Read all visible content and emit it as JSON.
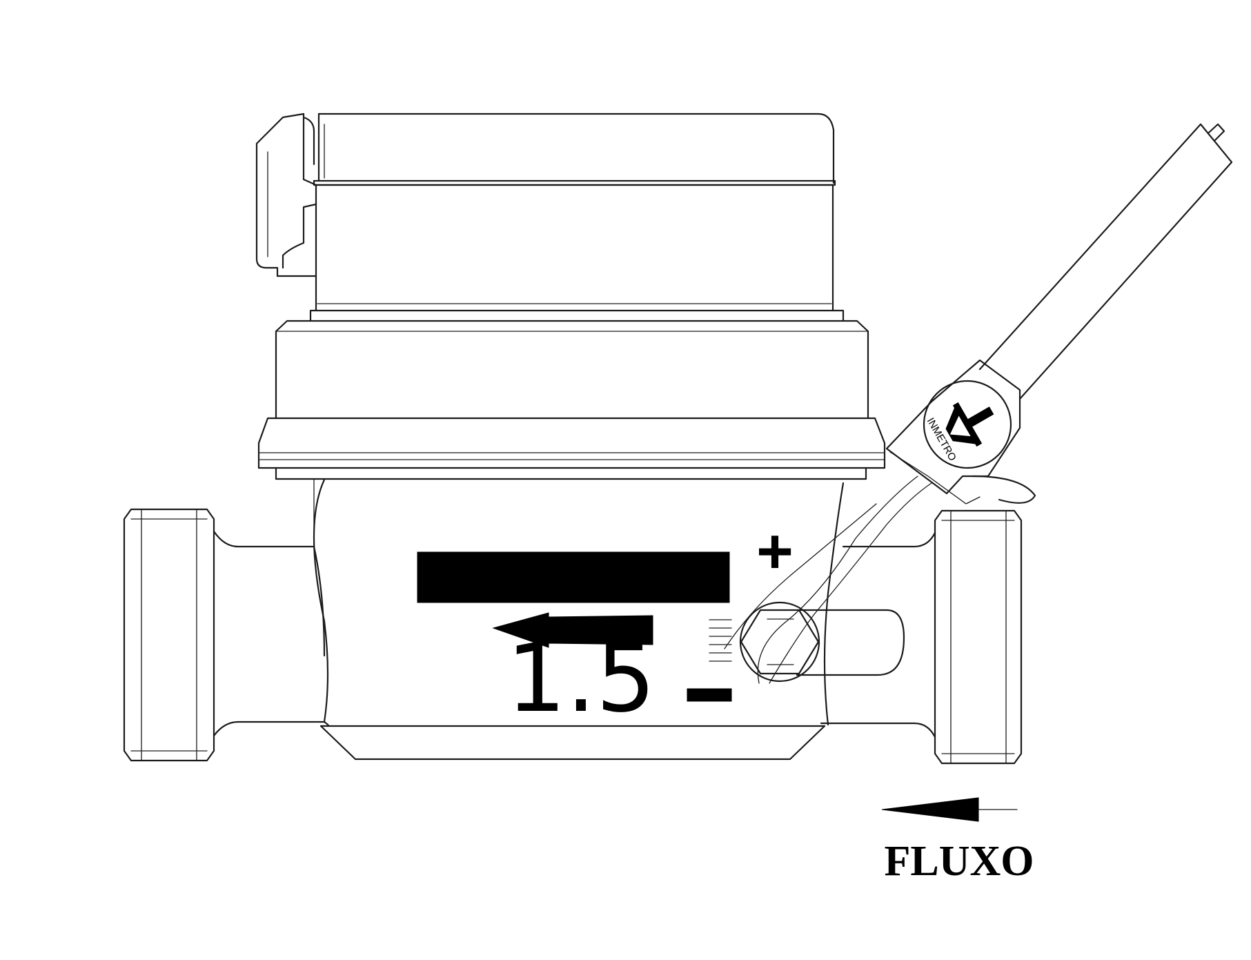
{
  "labels": {
    "plus": "+",
    "minus": "−",
    "reading": "1.5",
    "flow": "FLUXO",
    "seal_text": "INMETRO"
  },
  "icons": {
    "flow_arrow": "arrow-left-icon",
    "body_arrow": "arrow-left-icon",
    "seal": "inmetro-seal-icon"
  },
  "colors": {
    "line": "#1a1a1a",
    "fill": "#000000",
    "background": "#ffffff"
  }
}
